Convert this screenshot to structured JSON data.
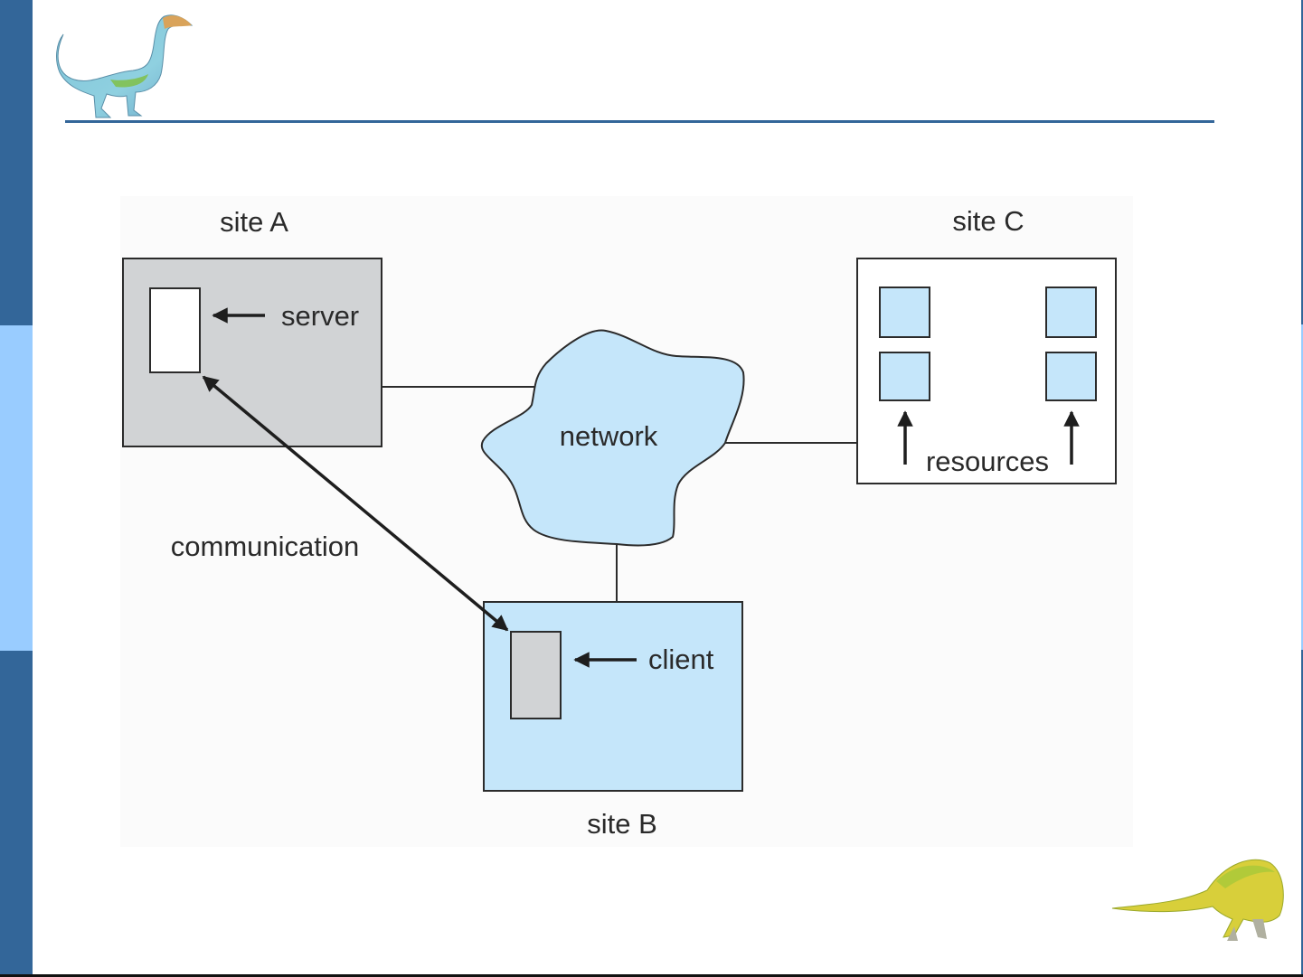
{
  "slide": {
    "colors": {
      "sidebar_dark": "#336699",
      "sidebar_light": "#99ccff",
      "title_rule": "#336699",
      "site_a_fill": "#d1d3d5",
      "network_fill": "#c5e6fa",
      "site_b_fill": "#c5e6fa",
      "resource_fill": "#c5e6fa",
      "line": "#2b2b2b"
    },
    "logos": {
      "top_left": "dinosaur-icon",
      "bottom_right": "dinosaur-icon"
    }
  },
  "diagram": {
    "site_a": {
      "label": "site A",
      "component_label": "server"
    },
    "site_b": {
      "label": "site B",
      "component_label": "client"
    },
    "site_c": {
      "label": "site C",
      "component_label": "resources",
      "resource_count": 4
    },
    "network": {
      "label": "network"
    },
    "link": {
      "label": "communication",
      "from": "server",
      "to": "client",
      "bidirectional": true
    },
    "connections": [
      {
        "from": "site A",
        "to": "network"
      },
      {
        "from": "network",
        "to": "site C"
      },
      {
        "from": "network",
        "to": "site B"
      }
    ]
  }
}
